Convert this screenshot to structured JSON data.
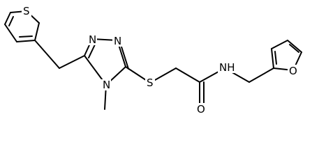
{
  "atoms": {
    "thiophene_s": "S",
    "triazole_n1": "N",
    "triazole_n2": "N",
    "triazole_n4": "N",
    "methyl": "methyl",
    "thioether_s": "S",
    "amide_o": "O",
    "amide_nh": "NH",
    "furan_o": "O"
  }
}
